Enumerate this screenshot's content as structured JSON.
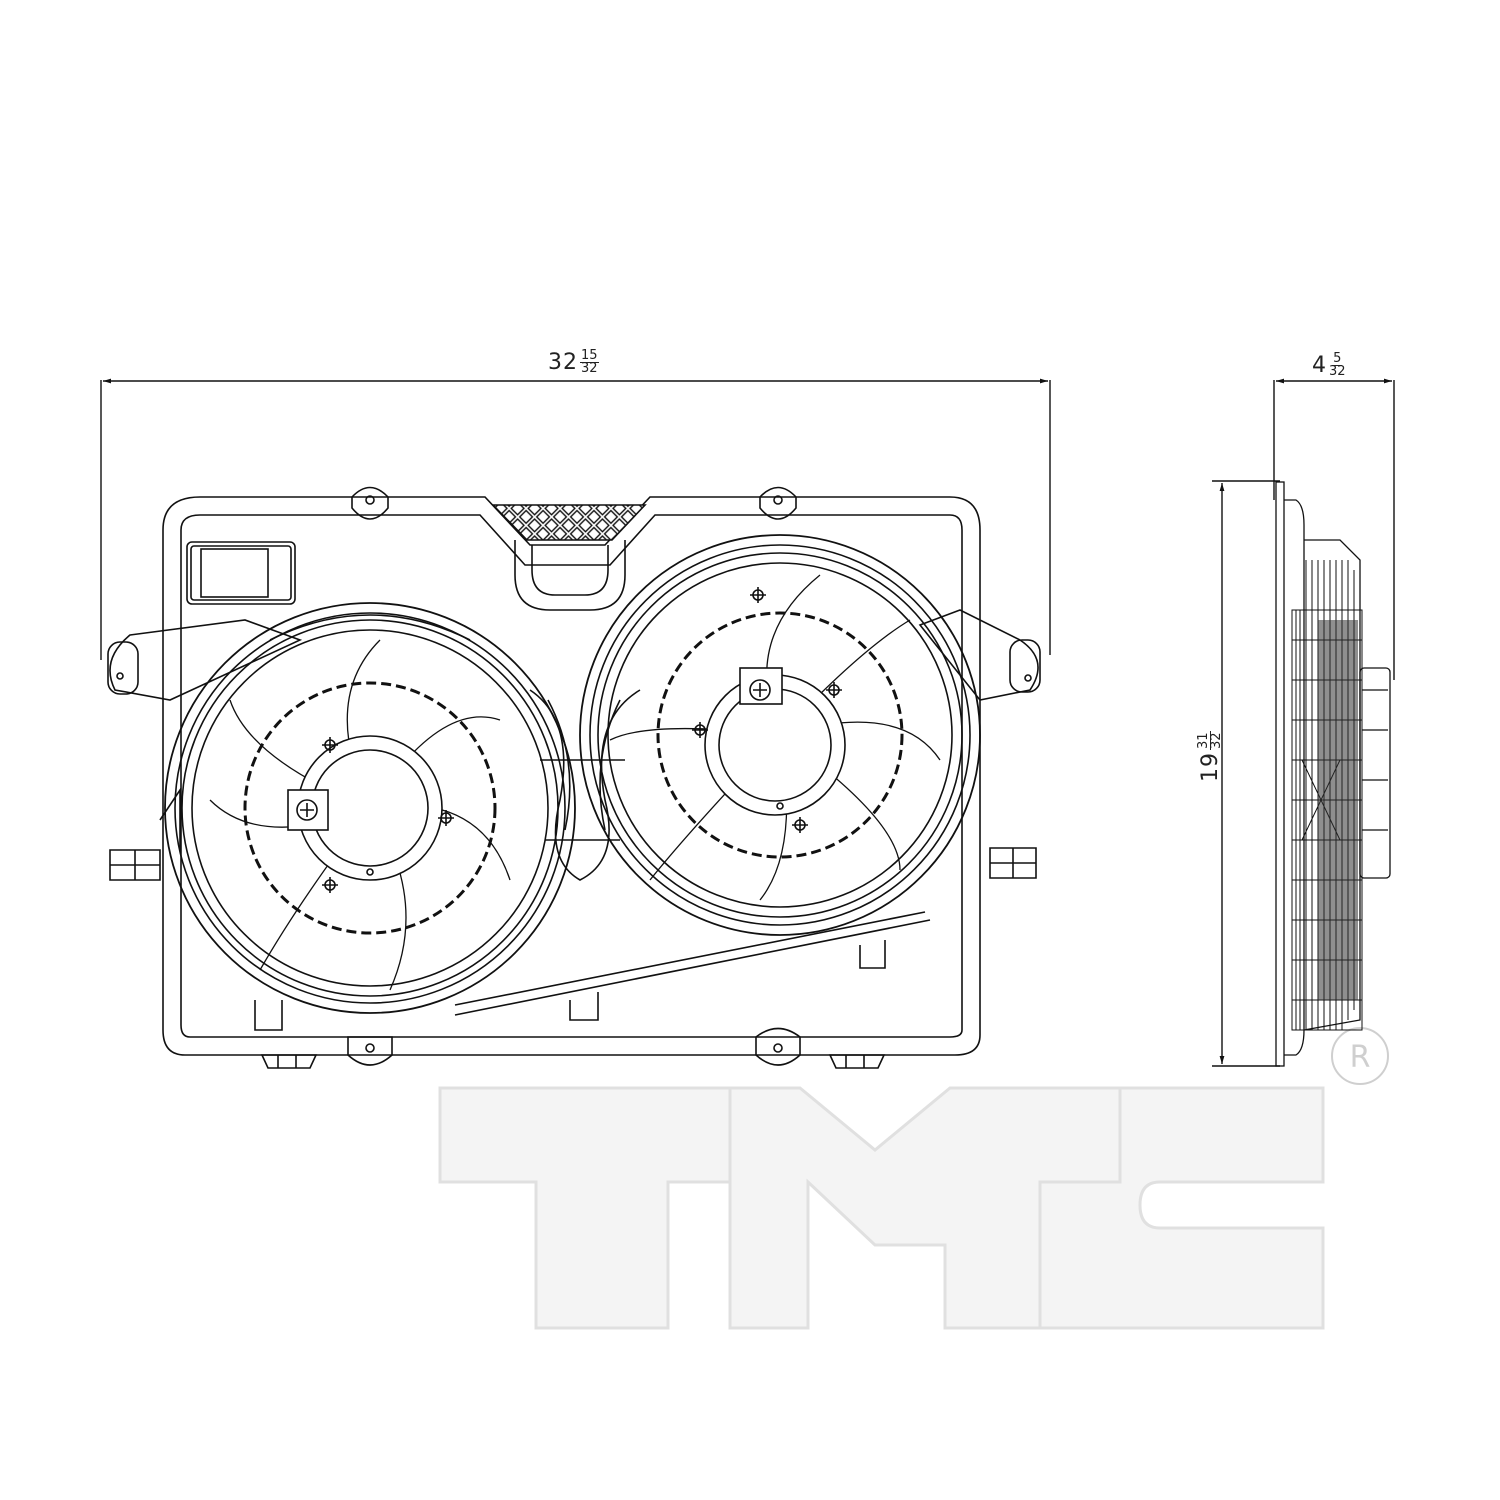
{
  "drawing": {
    "subject": "Dual radiator cooling fan assembly",
    "views": [
      "front-view",
      "side-view"
    ],
    "line_color": "#1a1a1a",
    "background": "#ffffff"
  },
  "dimensions": {
    "width": {
      "whole": "32",
      "numerator": "15",
      "denominator": "32",
      "text": "32 15/32"
    },
    "depth": {
      "whole": "4",
      "numerator": "5",
      "denominator": "32",
      "text": "4 5/32"
    },
    "height": {
      "whole": "19",
      "numerator": "31",
      "denominator": "32",
      "text": "19 31/32"
    }
  },
  "watermark": {
    "text": "TYC",
    "registered_mark": "R",
    "color": "#f2f2f2",
    "edge_color": "#e2e2e2"
  }
}
